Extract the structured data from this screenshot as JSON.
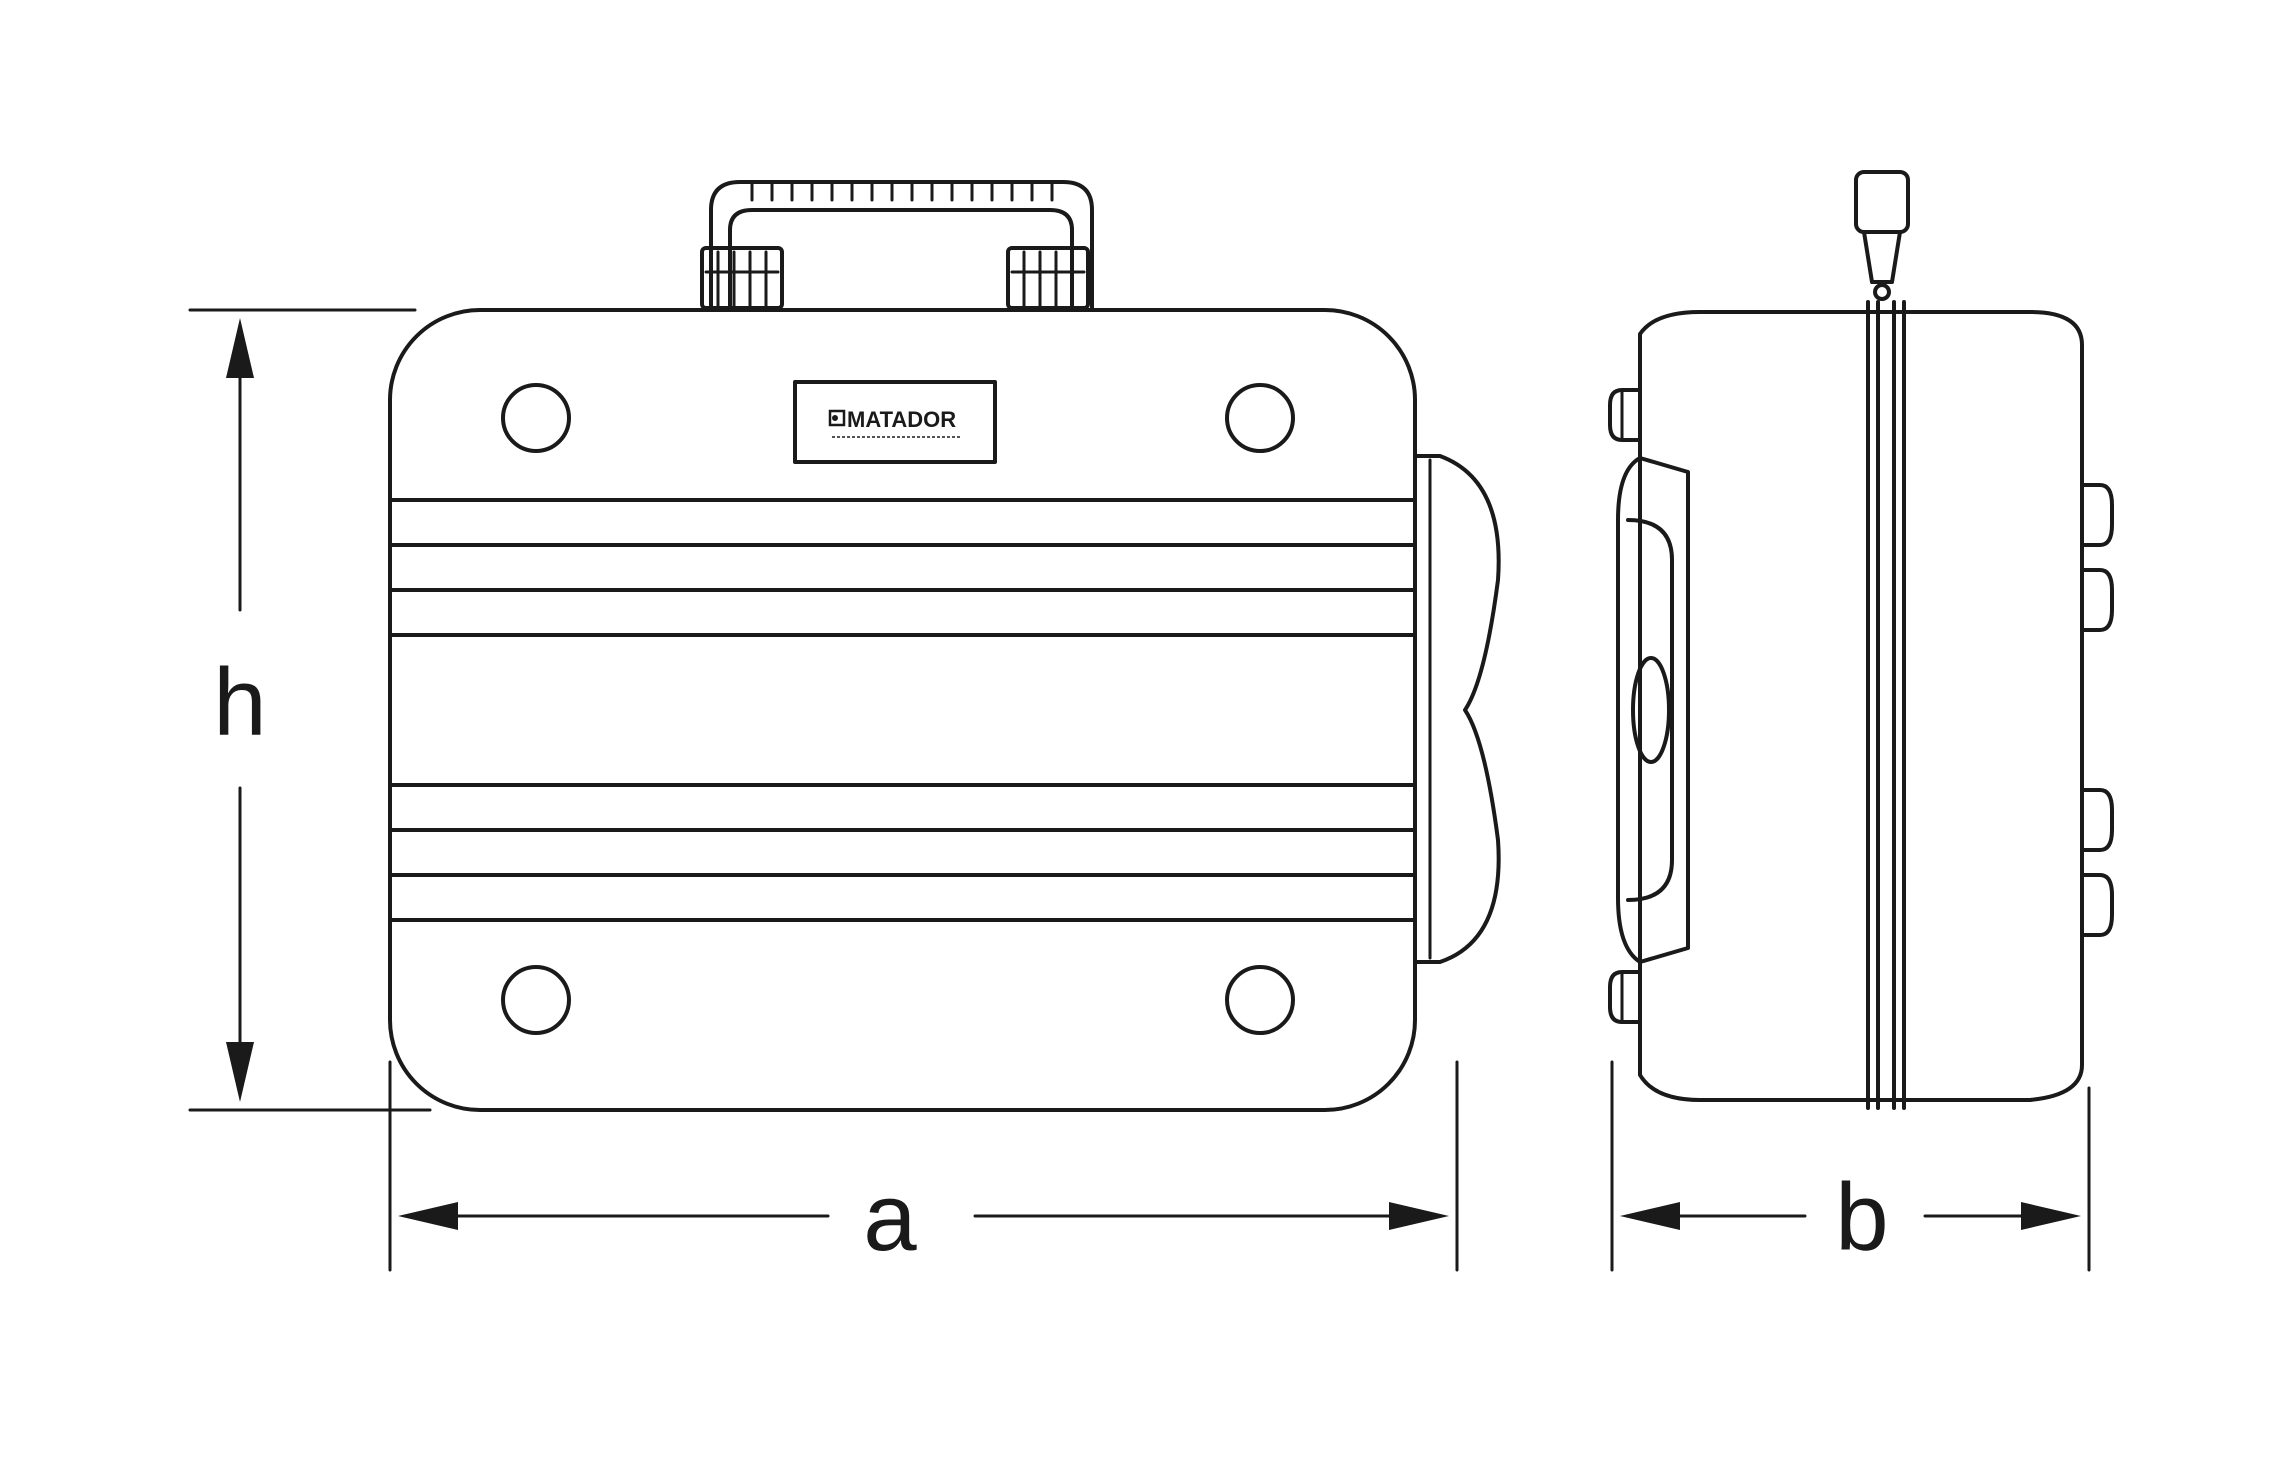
{
  "labels": {
    "height": "h",
    "width": "a",
    "depth": "b"
  },
  "logo": {
    "brand": "MATADOR"
  },
  "icons": [
    "matador-logo-mark"
  ]
}
